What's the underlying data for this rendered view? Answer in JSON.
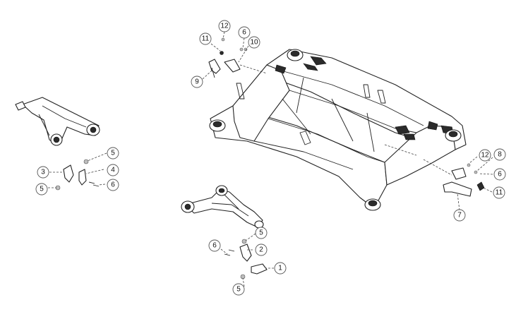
{
  "callouts": [
    {
      "id": "c-12-top",
      "label": "12"
    },
    {
      "id": "c-11-top",
      "label": "11"
    },
    {
      "id": "c-6-top",
      "label": "6"
    },
    {
      "id": "c-10",
      "label": "10"
    },
    {
      "id": "c-9",
      "label": "9"
    },
    {
      "id": "c-5-left-top",
      "label": "5"
    },
    {
      "id": "c-3",
      "label": "3"
    },
    {
      "id": "c-4",
      "label": "4"
    },
    {
      "id": "c-5-left-bottom",
      "label": "5"
    },
    {
      "id": "c-6-left",
      "label": "6"
    },
    {
      "id": "c-5-mid-top",
      "label": "5"
    },
    {
      "id": "c-6-mid",
      "label": "6"
    },
    {
      "id": "c-2",
      "label": "2"
    },
    {
      "id": "c-1",
      "label": "1"
    },
    {
      "id": "c-5-mid-bottom",
      "label": "5"
    },
    {
      "id": "c-12-right",
      "label": "12"
    },
    {
      "id": "c-8",
      "label": "8"
    },
    {
      "id": "c-6-right",
      "label": "6"
    },
    {
      "id": "c-11-right",
      "label": "11"
    },
    {
      "id": "c-7",
      "label": "7"
    }
  ]
}
